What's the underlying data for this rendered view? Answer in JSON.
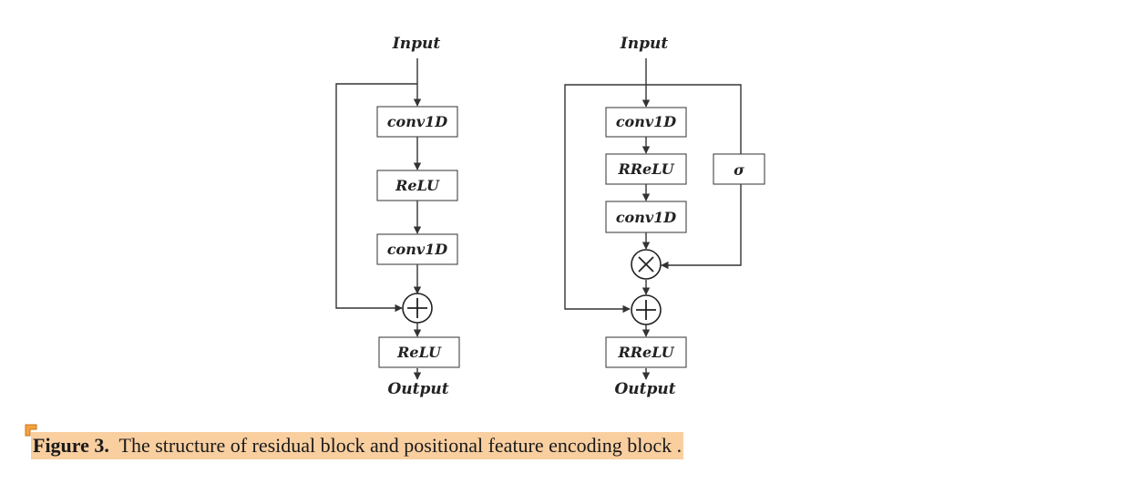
{
  "left_block": {
    "input": "Input",
    "nodes": [
      "conv1D",
      "ReLU",
      "conv1D",
      "ReLU"
    ],
    "output": "Output"
  },
  "right_block": {
    "input": "Input",
    "nodes": [
      "conv1D",
      "RReLU",
      "conv1D",
      "RReLU"
    ],
    "gate": "σ",
    "output": "Output"
  },
  "caption": {
    "label": "Figure 3.",
    "text": "The structure of residual block and positional feature encoding block .",
    "highlight_color": "#f9cfa0"
  },
  "colors": {
    "line": "#333333",
    "box_border": "#444444"
  }
}
